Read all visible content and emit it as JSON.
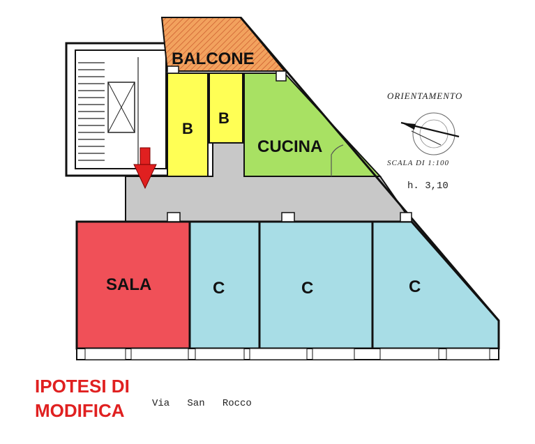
{
  "plan": {
    "rooms": {
      "balcone": {
        "label": "BALCONE",
        "color": "#f2a25e"
      },
      "bagno1": {
        "label": "B",
        "color": "#ffff55"
      },
      "bagno2": {
        "label": "B",
        "color": "#ffff55"
      },
      "cucina": {
        "label": "CUCINA",
        "color": "#a8e163"
      },
      "corridoio": {
        "label": "",
        "color": "#c8c8c8"
      },
      "sala": {
        "label": "SALA",
        "color": "#f05058"
      },
      "camera1": {
        "label": "C",
        "color": "#a8dde6"
      },
      "camera2": {
        "label": "C",
        "color": "#a8dde6"
      },
      "camera3": {
        "label": "C",
        "color": "#a8dde6"
      }
    },
    "entrance_arrow_color": "#e02020",
    "orientation": {
      "title": "ORIENTAMENTO",
      "scale": "SCALA DI 1:100",
      "height": "h. 3,10"
    },
    "street": "Via   San   Rocco",
    "caption": {
      "line1": "IPOTESI DI",
      "line2": "MODIFICA",
      "color": "#e02020"
    }
  }
}
